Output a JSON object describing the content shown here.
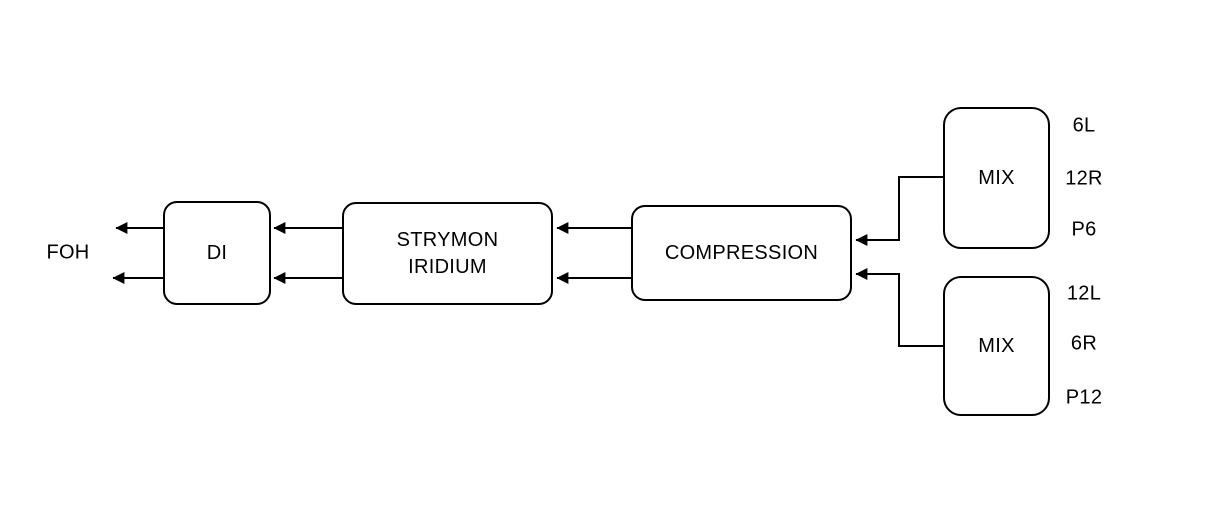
{
  "colors": {
    "background": "#ffffff",
    "stroke": "#000000",
    "text": "#000000"
  },
  "diagram": {
    "output_label": "FOH",
    "nodes": {
      "di": {
        "label": "DI"
      },
      "amp": {
        "label": "STRYMON\nIRIDIUM"
      },
      "compression": {
        "label": "COMPRESSION"
      },
      "mix_top": {
        "label": "MIX",
        "ports": [
          "6L",
          "12R",
          "P6"
        ]
      },
      "mix_bottom": {
        "label": "MIX",
        "ports": [
          "12L",
          "6R",
          "P12"
        ]
      }
    }
  }
}
